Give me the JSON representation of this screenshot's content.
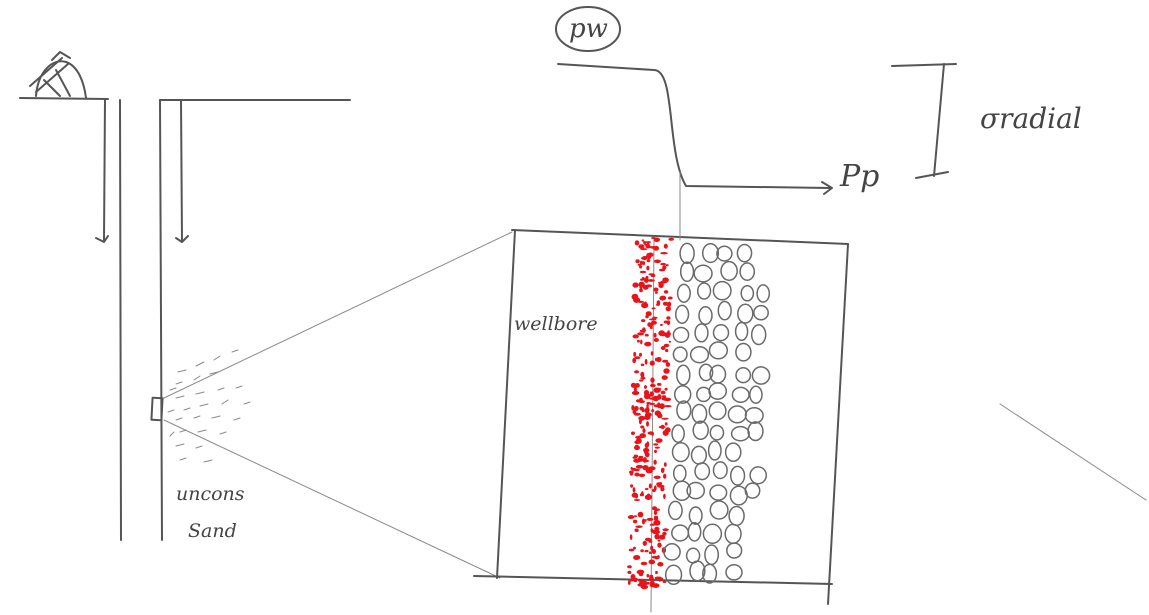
{
  "labels": {
    "pw": "pw",
    "pp": "Pp",
    "sigma_radial": "σradial",
    "wellbore": "wellbore",
    "sand_line1": "uncons",
    "sand_line2": "Sand"
  }
}
